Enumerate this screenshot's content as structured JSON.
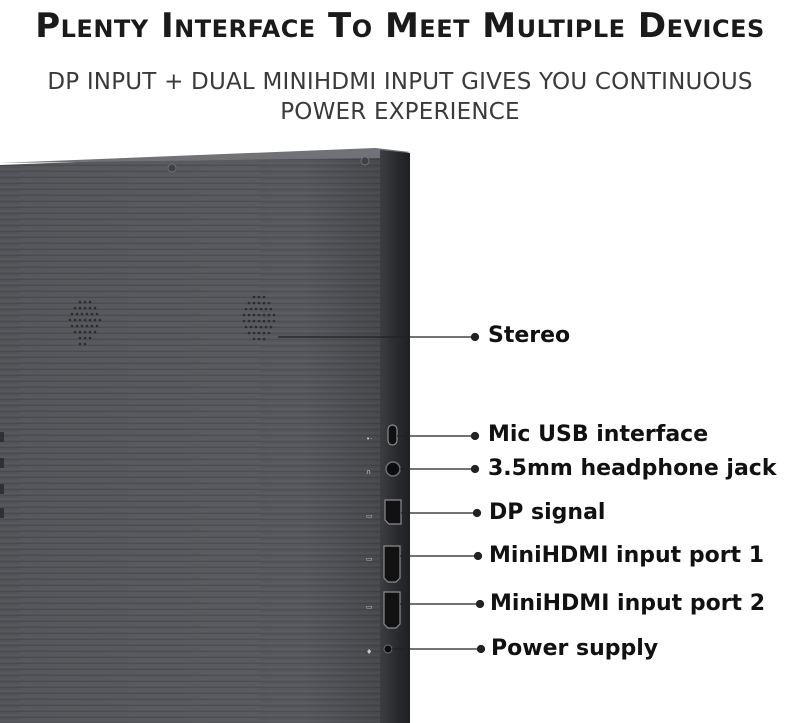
{
  "header": {
    "title": "Plenty Interface To Meet Multiple Devices",
    "subtitle_line1": "DP INPUT + DUAL MINIHDMI INPUT GIVES YOU CONTINUOUS",
    "subtitle_line2": "POWER EXPERIENCE"
  },
  "callouts": [
    {
      "label": "Stereo"
    },
    {
      "label": "Mic USB interface"
    },
    {
      "label": "3.5mm headphone jack"
    },
    {
      "label": "DP signal"
    },
    {
      "label": "MiniHDMI input port 1"
    },
    {
      "label": "MiniHDMI input port 2"
    },
    {
      "label": "Power supply"
    }
  ],
  "colors": {
    "panel": "#56585d",
    "edge": "#2d2f33",
    "text": "#111111"
  }
}
